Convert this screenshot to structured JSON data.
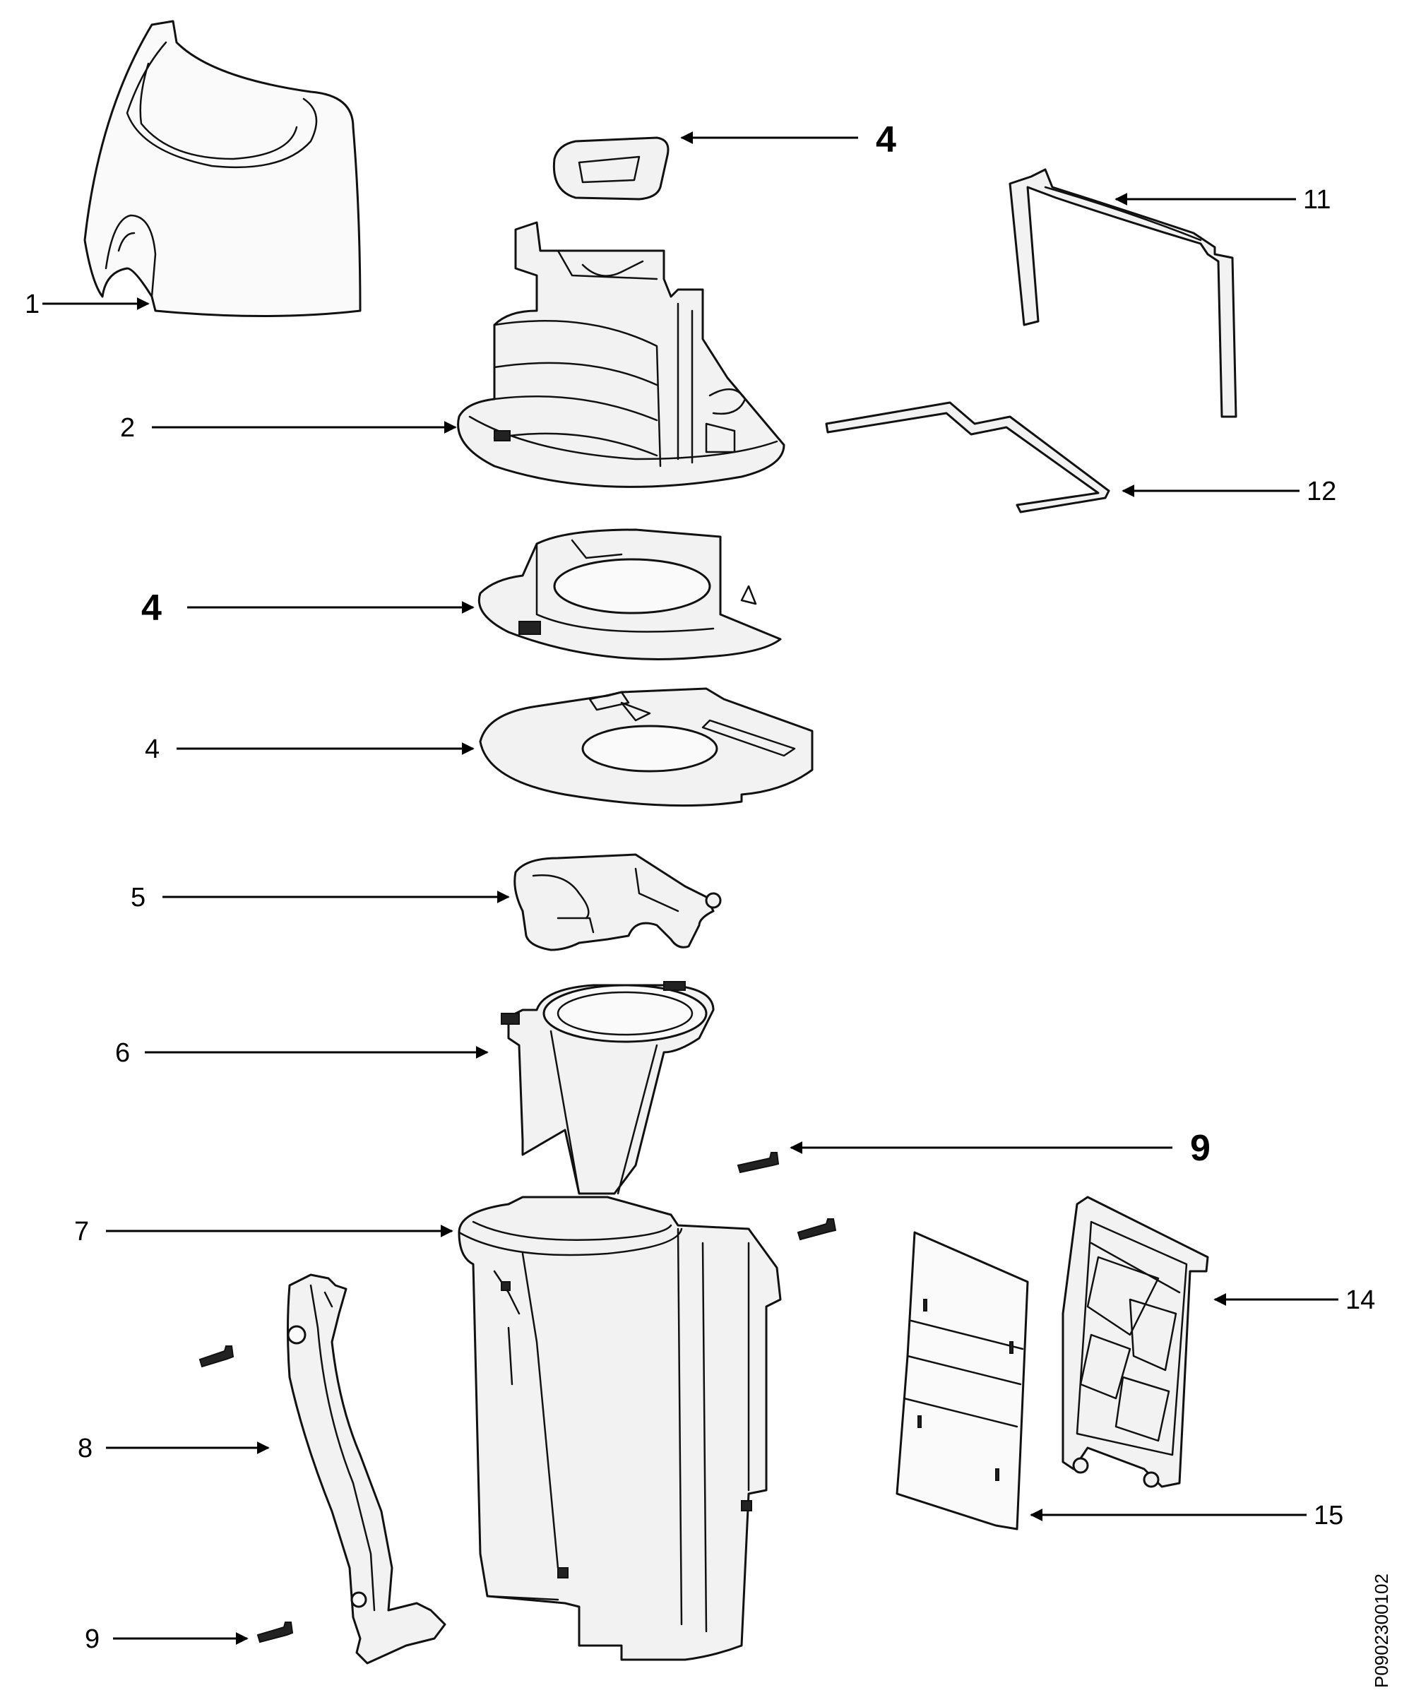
{
  "callouts": {
    "c1": "1",
    "c2": "2",
    "c4_top": "4",
    "c4_mid": "4",
    "c4_low": "4",
    "c5": "5",
    "c6": "6",
    "c7": "7",
    "c8": "8",
    "c9_right": "9",
    "c9_bottom": "9",
    "c11": "11",
    "c12": "12",
    "c14": "14",
    "c15": "15"
  },
  "reference_code": "P0902300102"
}
